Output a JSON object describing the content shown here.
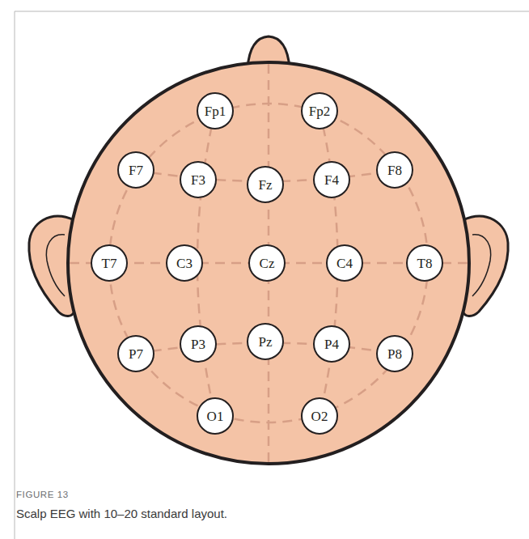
{
  "diagram": {
    "caption": "Scalp EEG with 10–20 standard layout.",
    "nodes": [
      {
        "text": [
          "Fp1"
        ]
      },
      {
        "text": [
          "Fp2"
        ]
      },
      {
        "text": [
          "F7"
        ]
      },
      {
        "text": [
          "F3"
        ]
      },
      {
        "text": [
          "Fz"
        ]
      },
      {
        "text": [
          "F4"
        ]
      },
      {
        "text": [
          "F8"
        ]
      },
      {
        "text": [
          "T7"
        ]
      },
      {
        "text": [
          "C3"
        ]
      },
      {
        "text": [
          "Cz"
        ]
      },
      {
        "text": [
          "C4"
        ]
      },
      {
        "text": [
          "T8"
        ]
      },
      {
        "text": [
          "P7"
        ]
      },
      {
        "text": [
          "P3"
        ]
      },
      {
        "text": [
          "Pz"
        ]
      },
      {
        "text": [
          "P4"
        ]
      },
      {
        "text": [
          "P8"
        ]
      },
      {
        "text": [
          "O1"
        ]
      },
      {
        "text": [
          "O2"
        ]
      }
    ],
    "labels": [
      "FIGURE 13"
    ]
  }
}
